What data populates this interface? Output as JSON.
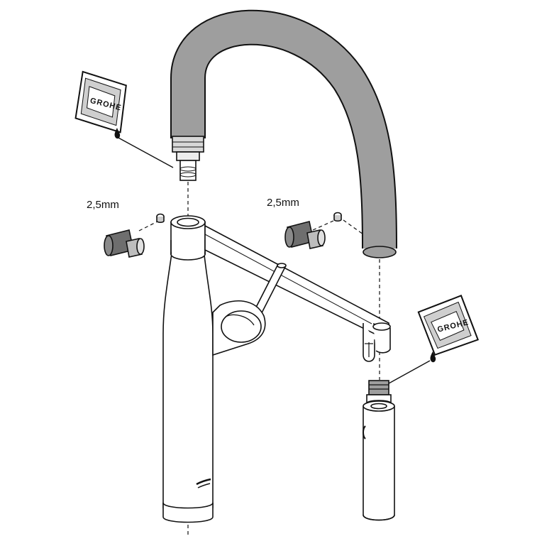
{
  "annotations": {
    "left_key_size": "2,5mm",
    "right_key_size": "2,5mm"
  },
  "packets": {
    "brand_text": "GROHE"
  },
  "palette": {
    "outline": "#111111",
    "hose_fill": "#9e9e9e",
    "part_shade": "#bdbdbd",
    "dark_shade": "#6e6e6e",
    "background": "#ffffff"
  }
}
